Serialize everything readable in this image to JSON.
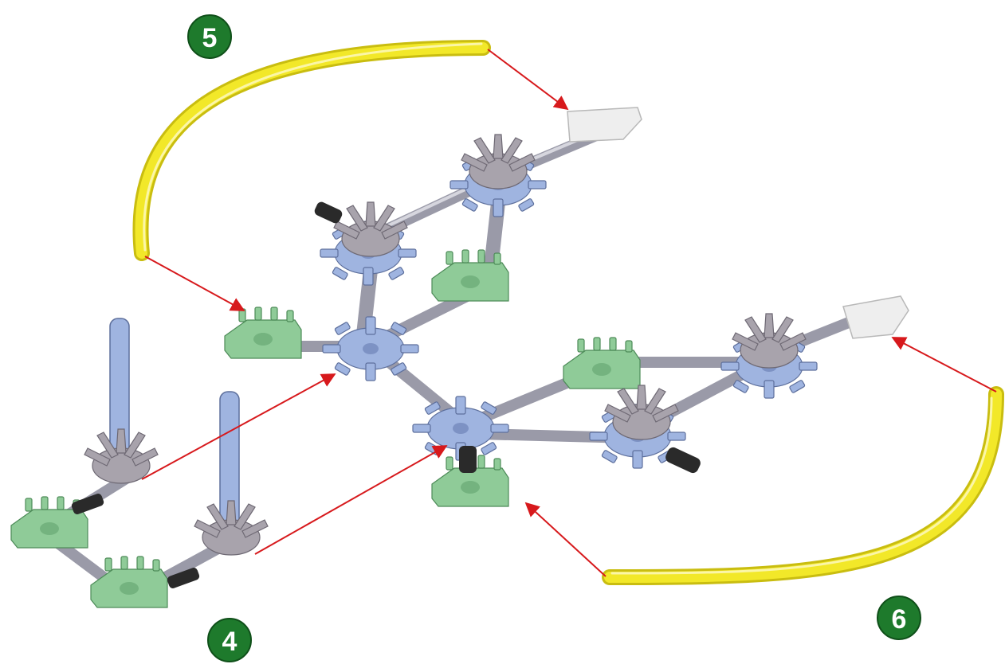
{
  "diagram": {
    "steps": [
      {
        "label": "5"
      },
      {
        "label": "4"
      },
      {
        "label": "6"
      }
    ],
    "colors": {
      "badge": "#1e7a2c",
      "connector_blue": "#9fb4e0",
      "connector_gray": "#a8a3ac",
      "connector_green": "#8fcb98",
      "rod": "#b5b5bf",
      "flexible_rod": "#f2e829",
      "arrow": "#d7191c",
      "white_part": "#eeeeee"
    }
  }
}
